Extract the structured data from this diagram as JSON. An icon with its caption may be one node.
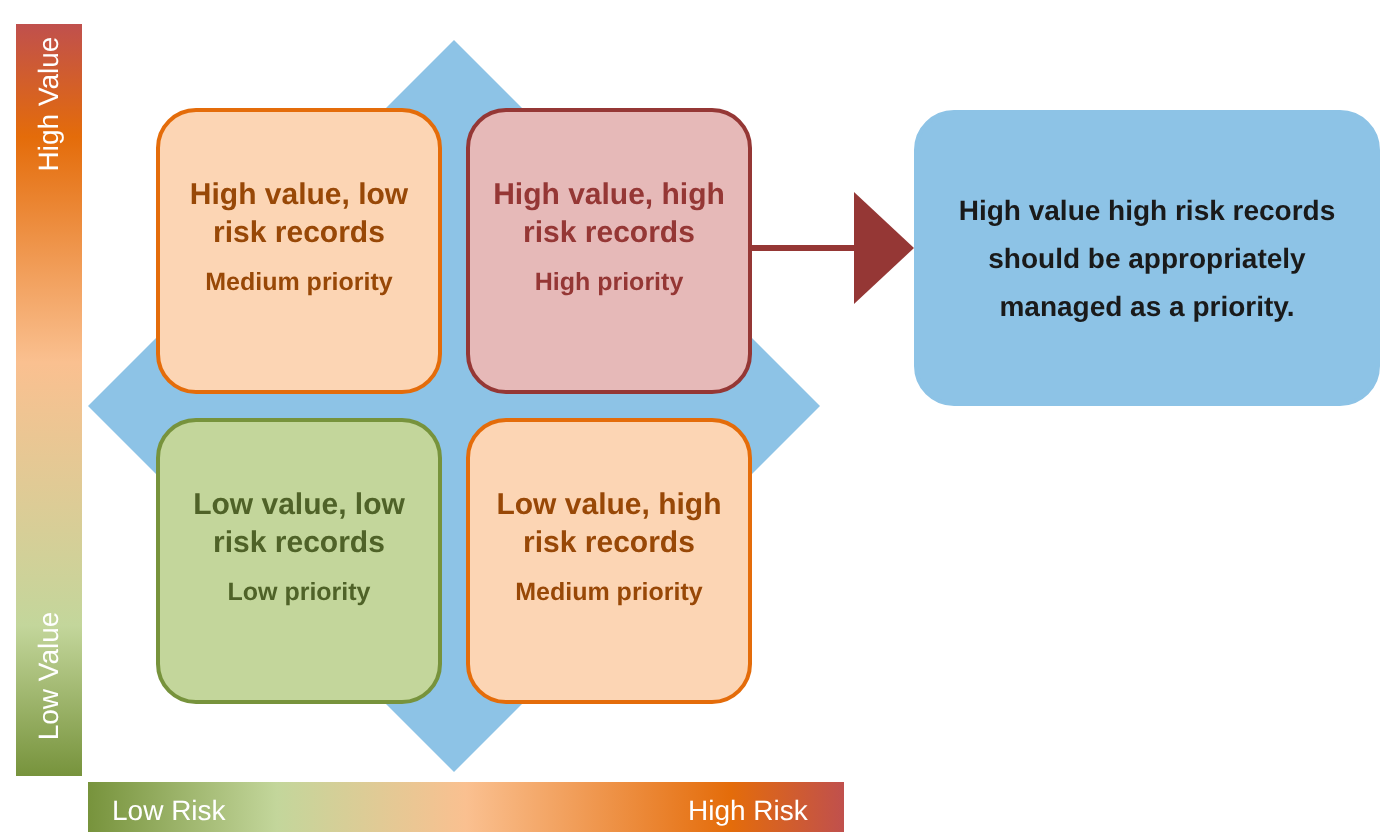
{
  "diagram": {
    "nodes": [
      {
        "text": [
          "High value, low risk records",
          "Medium priority"
        ]
      },
      {
        "text": [
          "High value, high risk records",
          "High priority"
        ]
      },
      {
        "text": [
          "Low value, low risk records",
          "Low priority"
        ]
      },
      {
        "text": [
          "Low value, high risk records",
          "Medium priority"
        ]
      },
      {
        "text": [
          "High value high risk records should be appropriately managed as a priority."
        ]
      }
    ],
    "edges": [
      {
        "from": 1,
        "to": 4,
        "arrow": "to",
        "color": "#953735"
      }
    ],
    "labels": [
      "High Value",
      "Low Value",
      "Low Risk",
      "High Risk"
    ]
  }
}
